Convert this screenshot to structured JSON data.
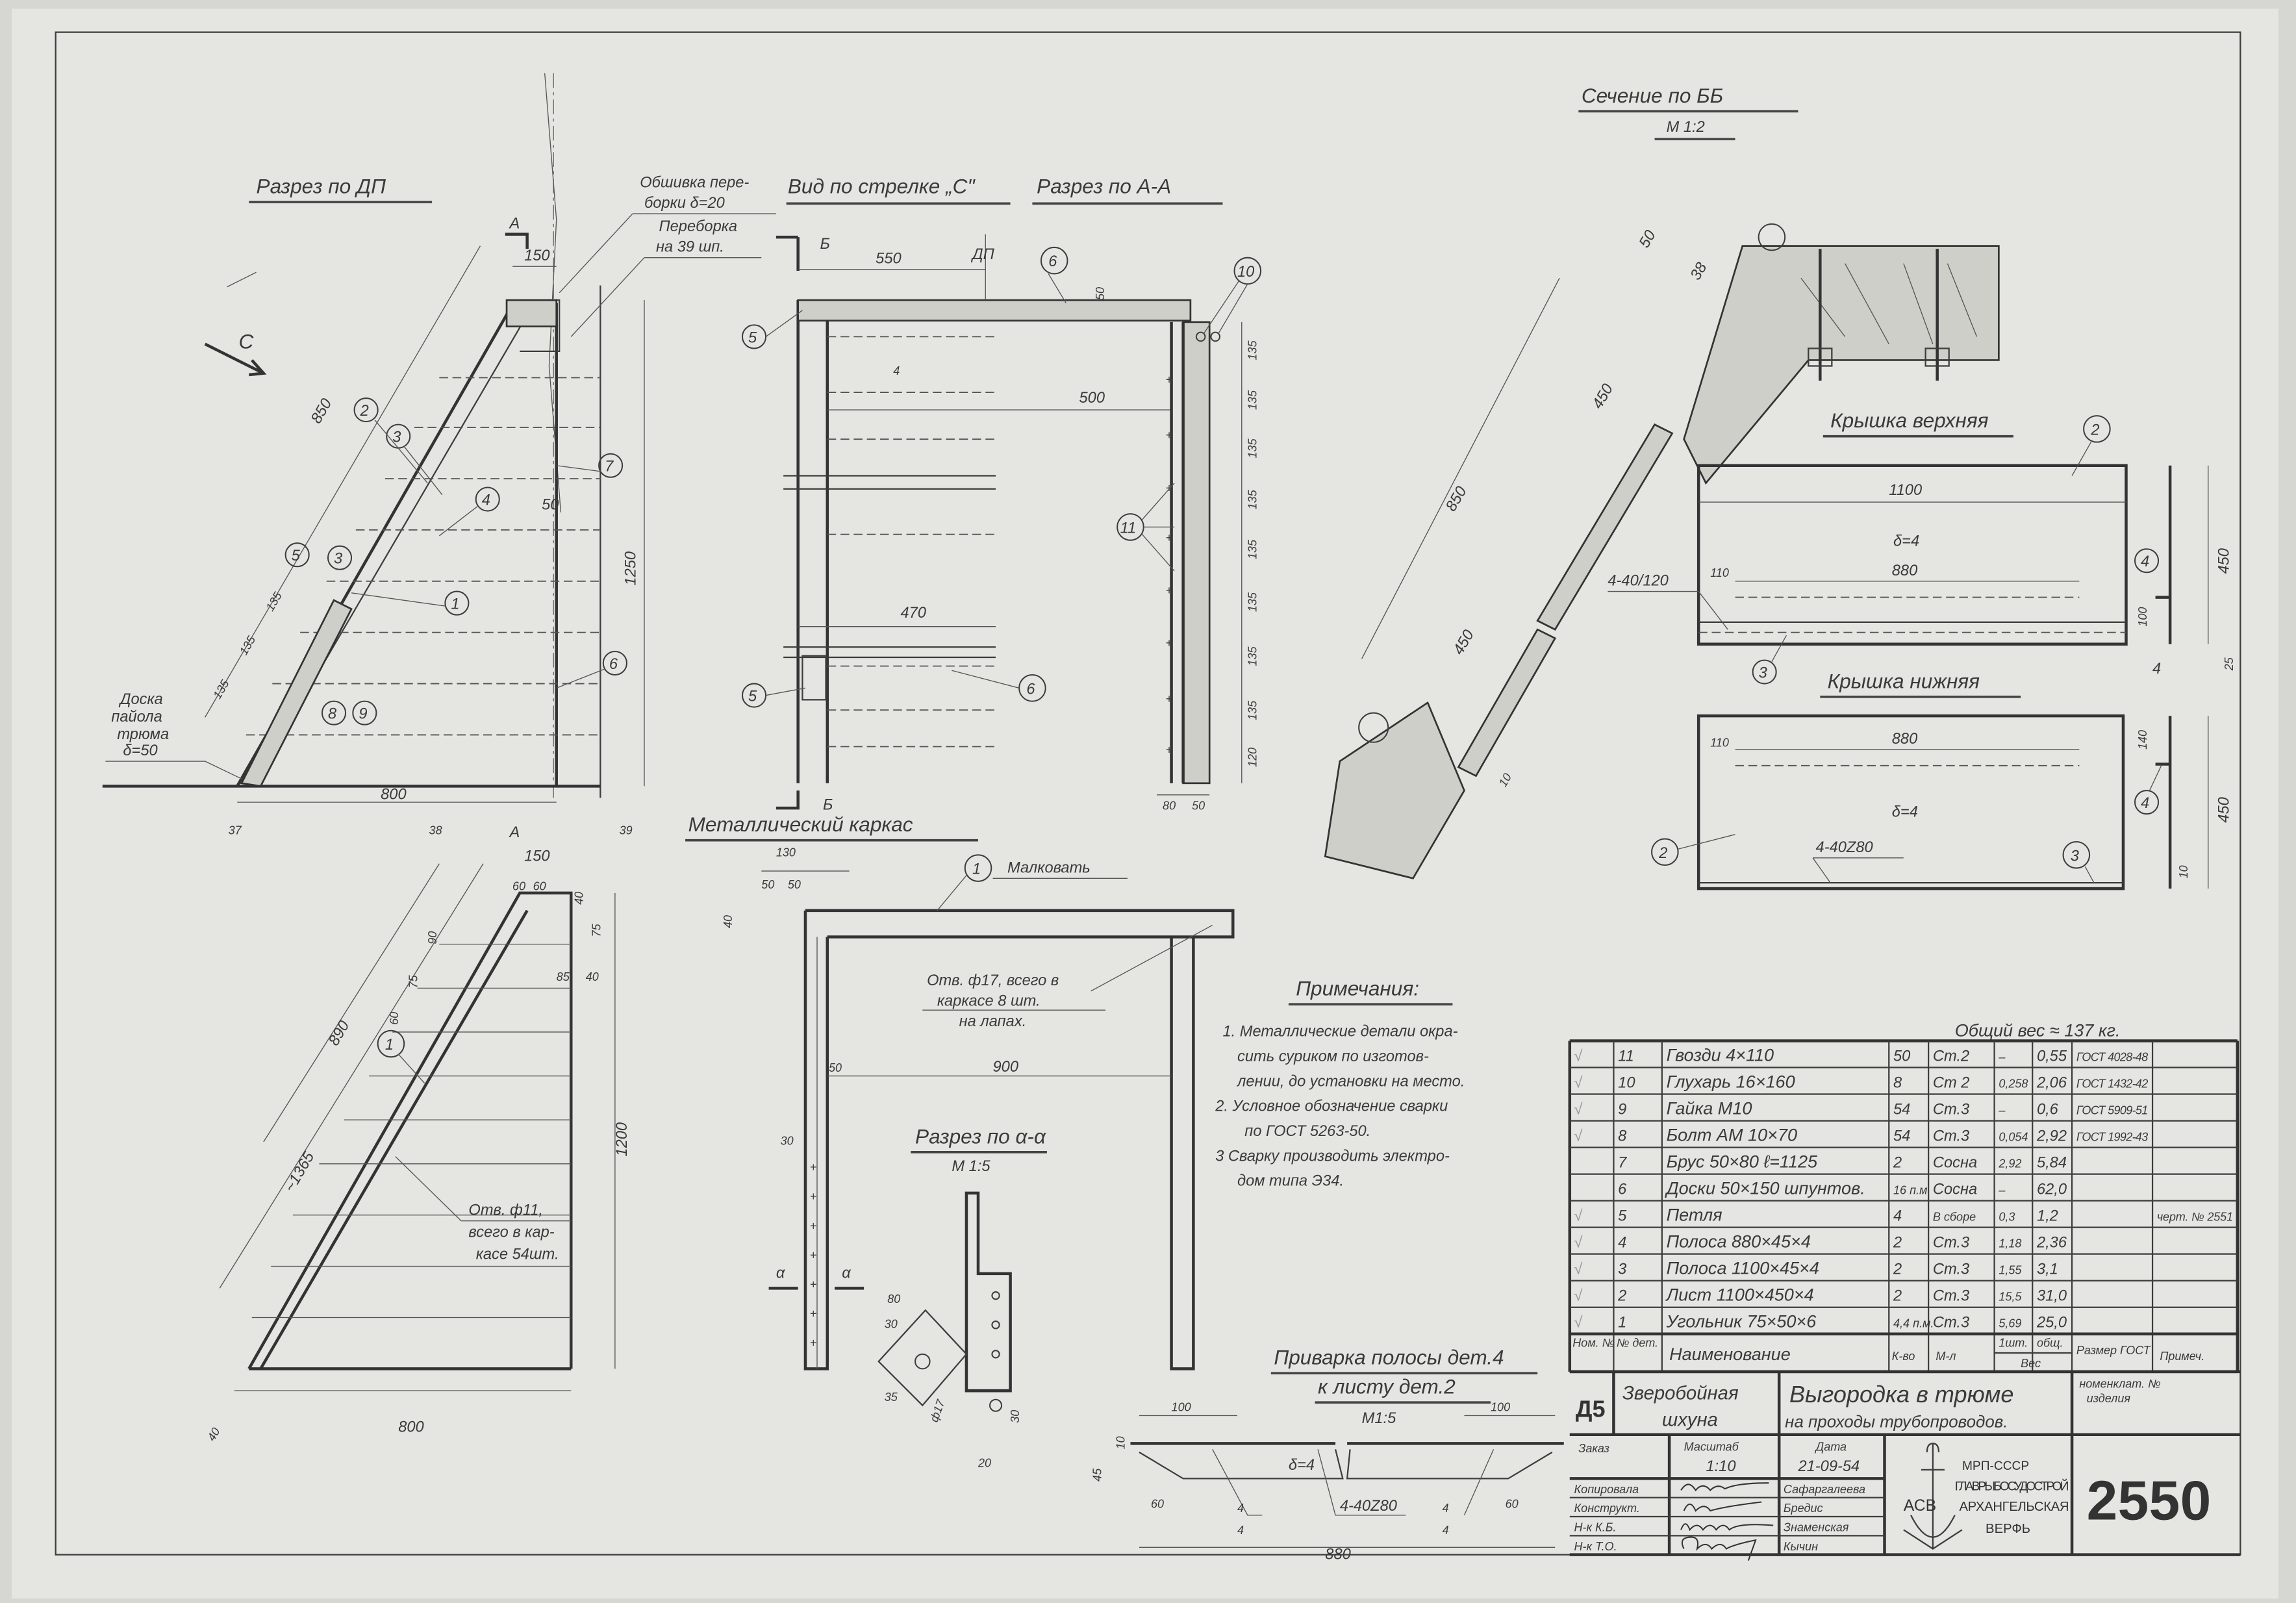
{
  "colors": {
    "paper": "#e5e5e2",
    "ink": "#3a3a3a"
  },
  "views": {
    "dp": {
      "title": "Разрез по ДП",
      "dims": [
        "850",
        "150",
        "1250",
        "800",
        "50",
        "135",
        "135",
        "135"
      ],
      "callouts": [
        "2",
        "3",
        "4",
        "7",
        "1",
        "6",
        "5",
        "3",
        "8",
        "9"
      ],
      "sheathing": [
        "Обшивка пере-",
        "борки δ=20"
      ],
      "bulkhead": [
        "Переборка",
        "на 39 шп."
      ],
      "deck": [
        "Доска",
        "пайола",
        "трюма",
        "δ=50"
      ],
      "frames": [
        "37",
        "38",
        "39"
      ],
      "arrow_mark": "С",
      "section_mark": "А"
    },
    "arrow_c": {
      "title": "Вид по стрелке „С\"",
      "dims": [
        "550",
        "500",
        "470",
        "50",
        "4",
        "80",
        "50"
      ],
      "callouts": [
        "5",
        "6",
        "5",
        "6"
      ],
      "section_marks": [
        "Б",
        "Б"
      ],
      "dp_mark": "ДП"
    },
    "aa": {
      "title": "Разрез по А-А",
      "callouts": [
        "10",
        "11"
      ],
      "dims": [
        "135",
        "135",
        "135",
        "135",
        "135",
        "135",
        "135",
        "135",
        "120"
      ]
    },
    "bb": {
      "title": "Сечение по ББ",
      "scale": "М 1:2",
      "dims": [
        "50",
        "38",
        "450",
        "850",
        "450",
        "10"
      ]
    },
    "top_cover": {
      "title": "Крышка верхняя",
      "dims": [
        "1100",
        "880",
        "110",
        "450",
        "100",
        "25",
        "4"
      ],
      "thickness": "δ=4",
      "weld": "4-40/120",
      "callouts": [
        "2",
        "4",
        "3"
      ]
    },
    "bottom_cover": {
      "title": "Крышка нижняя",
      "dims": [
        "110",
        "880",
        "140",
        "450",
        "10"
      ],
      "thickness": "δ=4",
      "weld": "4-40Z80",
      "callouts": [
        "2",
        "3",
        "4"
      ]
    },
    "frame": {
      "title": "Металлический каркас",
      "bevel_note": "Малковать",
      "hole_note": [
        "Отв. ф17, всего в",
        "каркасе 8 шт.",
        "на лапах."
      ],
      "dims": [
        "130",
        "50",
        "50",
        "40",
        "900",
        "50",
        "30"
      ],
      "callouts": [
        "1"
      ],
      "section_marks": [
        "α",
        "α"
      ]
    },
    "section_alpha": {
      "title": "Разрез по α-α",
      "scale": "М 1:5",
      "dims": [
        "80",
        "30",
        "35",
        "ф17",
        "20",
        "30"
      ]
    },
    "lower": {
      "dims": [
        "150",
        "60",
        "60",
        "40",
        "75",
        "85",
        "40",
        "1200",
        "890",
        "~1365",
        "800",
        "40",
        "90",
        "75",
        "60"
      ],
      "hole_note": [
        "Отв. ф11,",
        "всего в кар-",
        "касе 54шт."
      ],
      "callouts": [
        "1"
      ],
      "section_mark": "А"
    },
    "weld_detail": {
      "title": [
        "Приварка полосы дет.4",
        "к листу дет.2"
      ],
      "scale": "М1:5",
      "dims": [
        "100",
        "100",
        "45",
        "10",
        "60",
        "60",
        "880"
      ],
      "thickness": "δ=4",
      "weld": "4-40Z80",
      "legs": [
        "4",
        "4",
        "4",
        "4"
      ]
    }
  },
  "notes": {
    "title": "Примечания:",
    "lines": [
      "1. Металлические детали окра-",
      "сить суриком по изготов-",
      "лении, до установки на место.",
      "2. Условное обозначение сварки",
      "по ГОСТ 5263-50.",
      "3  Сварку производить электро-",
      "дом   типа  Э34."
    ]
  },
  "total_weight": "Общий вес ≈ 137 кг.",
  "parts_table": {
    "rows": [
      {
        "check": "√",
        "no": "11",
        "name": "Гвозди  4×110",
        "qty": "50",
        "material": "Ст.2",
        "unit_weight": "–",
        "total_weight": "0,55",
        "standard": "ГОСТ 4028-48",
        "note": ""
      },
      {
        "check": "√",
        "no": "10",
        "name": "Глухарь 16×160",
        "qty": "8",
        "material": "Ст 2",
        "unit_weight": "0,258",
        "total_weight": "2,06",
        "standard": "ГОСТ 1432-42",
        "note": ""
      },
      {
        "check": "√",
        "no": "9",
        "name": "Гайка  М10",
        "qty": "54",
        "material": "Ст.3",
        "unit_weight": "–",
        "total_weight": "0,6",
        "standard": "ГОСТ 5909-51",
        "note": ""
      },
      {
        "check": "√",
        "no": "8",
        "name": "Болт  АМ 10×70",
        "qty": "54",
        "material": "Ст.3",
        "unit_weight": "0,054",
        "total_weight": "2,92",
        "standard": "ГОСТ 1992-43",
        "note": ""
      },
      {
        "check": "",
        "no": "7",
        "name": "Брус  50×80  ℓ=1125",
        "qty": "2",
        "material": "Сосна",
        "unit_weight": "2,92",
        "total_weight": "5,84",
        "standard": "",
        "note": ""
      },
      {
        "check": "",
        "no": "6",
        "name": "Доски 50×150 шпунтов.",
        "qty": "16 п.м",
        "material": "Сосна",
        "unit_weight": "–",
        "total_weight": "62,0",
        "standard": "",
        "note": ""
      },
      {
        "check": "√",
        "no": "5",
        "name": "Петля",
        "qty": "4",
        "material": "В сборе",
        "unit_weight": "0,3",
        "total_weight": "1,2",
        "standard": "",
        "note": "черт. № 2551"
      },
      {
        "check": "√",
        "no": "4",
        "name": "Полоса 880×45×4",
        "qty": "2",
        "material": "Ст.3",
        "unit_weight": "1,18",
        "total_weight": "2,36",
        "standard": "",
        "note": ""
      },
      {
        "check": "√",
        "no": "3",
        "name": "Полоса 1100×45×4",
        "qty": "2",
        "material": "Ст.3",
        "unit_weight": "1,55",
        "total_weight": "3,1",
        "standard": "",
        "note": ""
      },
      {
        "check": "√",
        "no": "2",
        "name": "Лист 1100×450×4",
        "qty": "2",
        "material": "Ст.3",
        "unit_weight": "15,5",
        "total_weight": "31,0",
        "standard": "",
        "note": ""
      },
      {
        "check": "√",
        "no": "1",
        "name": "Угольник 75×50×6",
        "qty": "4,4 п.м.",
        "material": "Ст.3",
        "unit_weight": "5,69",
        "total_weight": "25,0",
        "standard": "",
        "note": ""
      }
    ],
    "header": {
      "item_no": "Ном. №",
      "part_no": "№ дет.",
      "name": "Наименование",
      "qty": "К-во",
      "material": "М-л",
      "unit": "1шт.",
      "total": "общ.",
      "weight": "Вес",
      "standard": "Размер ГОСТ",
      "note": "Примеч."
    }
  },
  "title_block": {
    "code": "Д5",
    "vessel": [
      "Зверобойная",
      "шхуна"
    ],
    "drawing_title": [
      "Выгородка в трюме",
      "на проходы трубопроводов."
    ],
    "item_number_label": [
      "номенклат. №",
      "изделия"
    ],
    "order_label": "Заказ",
    "scale_label": "Масштаб",
    "scale": "1:10",
    "date_label": "Дата",
    "date": "21-09-54",
    "staff": [
      {
        "role": "Копировала",
        "name": "Сафаргалеева"
      },
      {
        "role": "Конструкт.",
        "name": "Бредис"
      },
      {
        "role": "Н-к К.Б.",
        "name": "Знаменская"
      },
      {
        "role": "Н-к Т.О.",
        "name": "Кычин"
      }
    ],
    "logo_letters": "АСВ",
    "organization": [
      "МРП-СССР",
      "ГЛАВРЫБОСУДОСТРОЙ",
      "АРХАНГЕЛЬСКАЯ",
      "ВЕРФЬ"
    ],
    "drawing_number": "2550"
  }
}
